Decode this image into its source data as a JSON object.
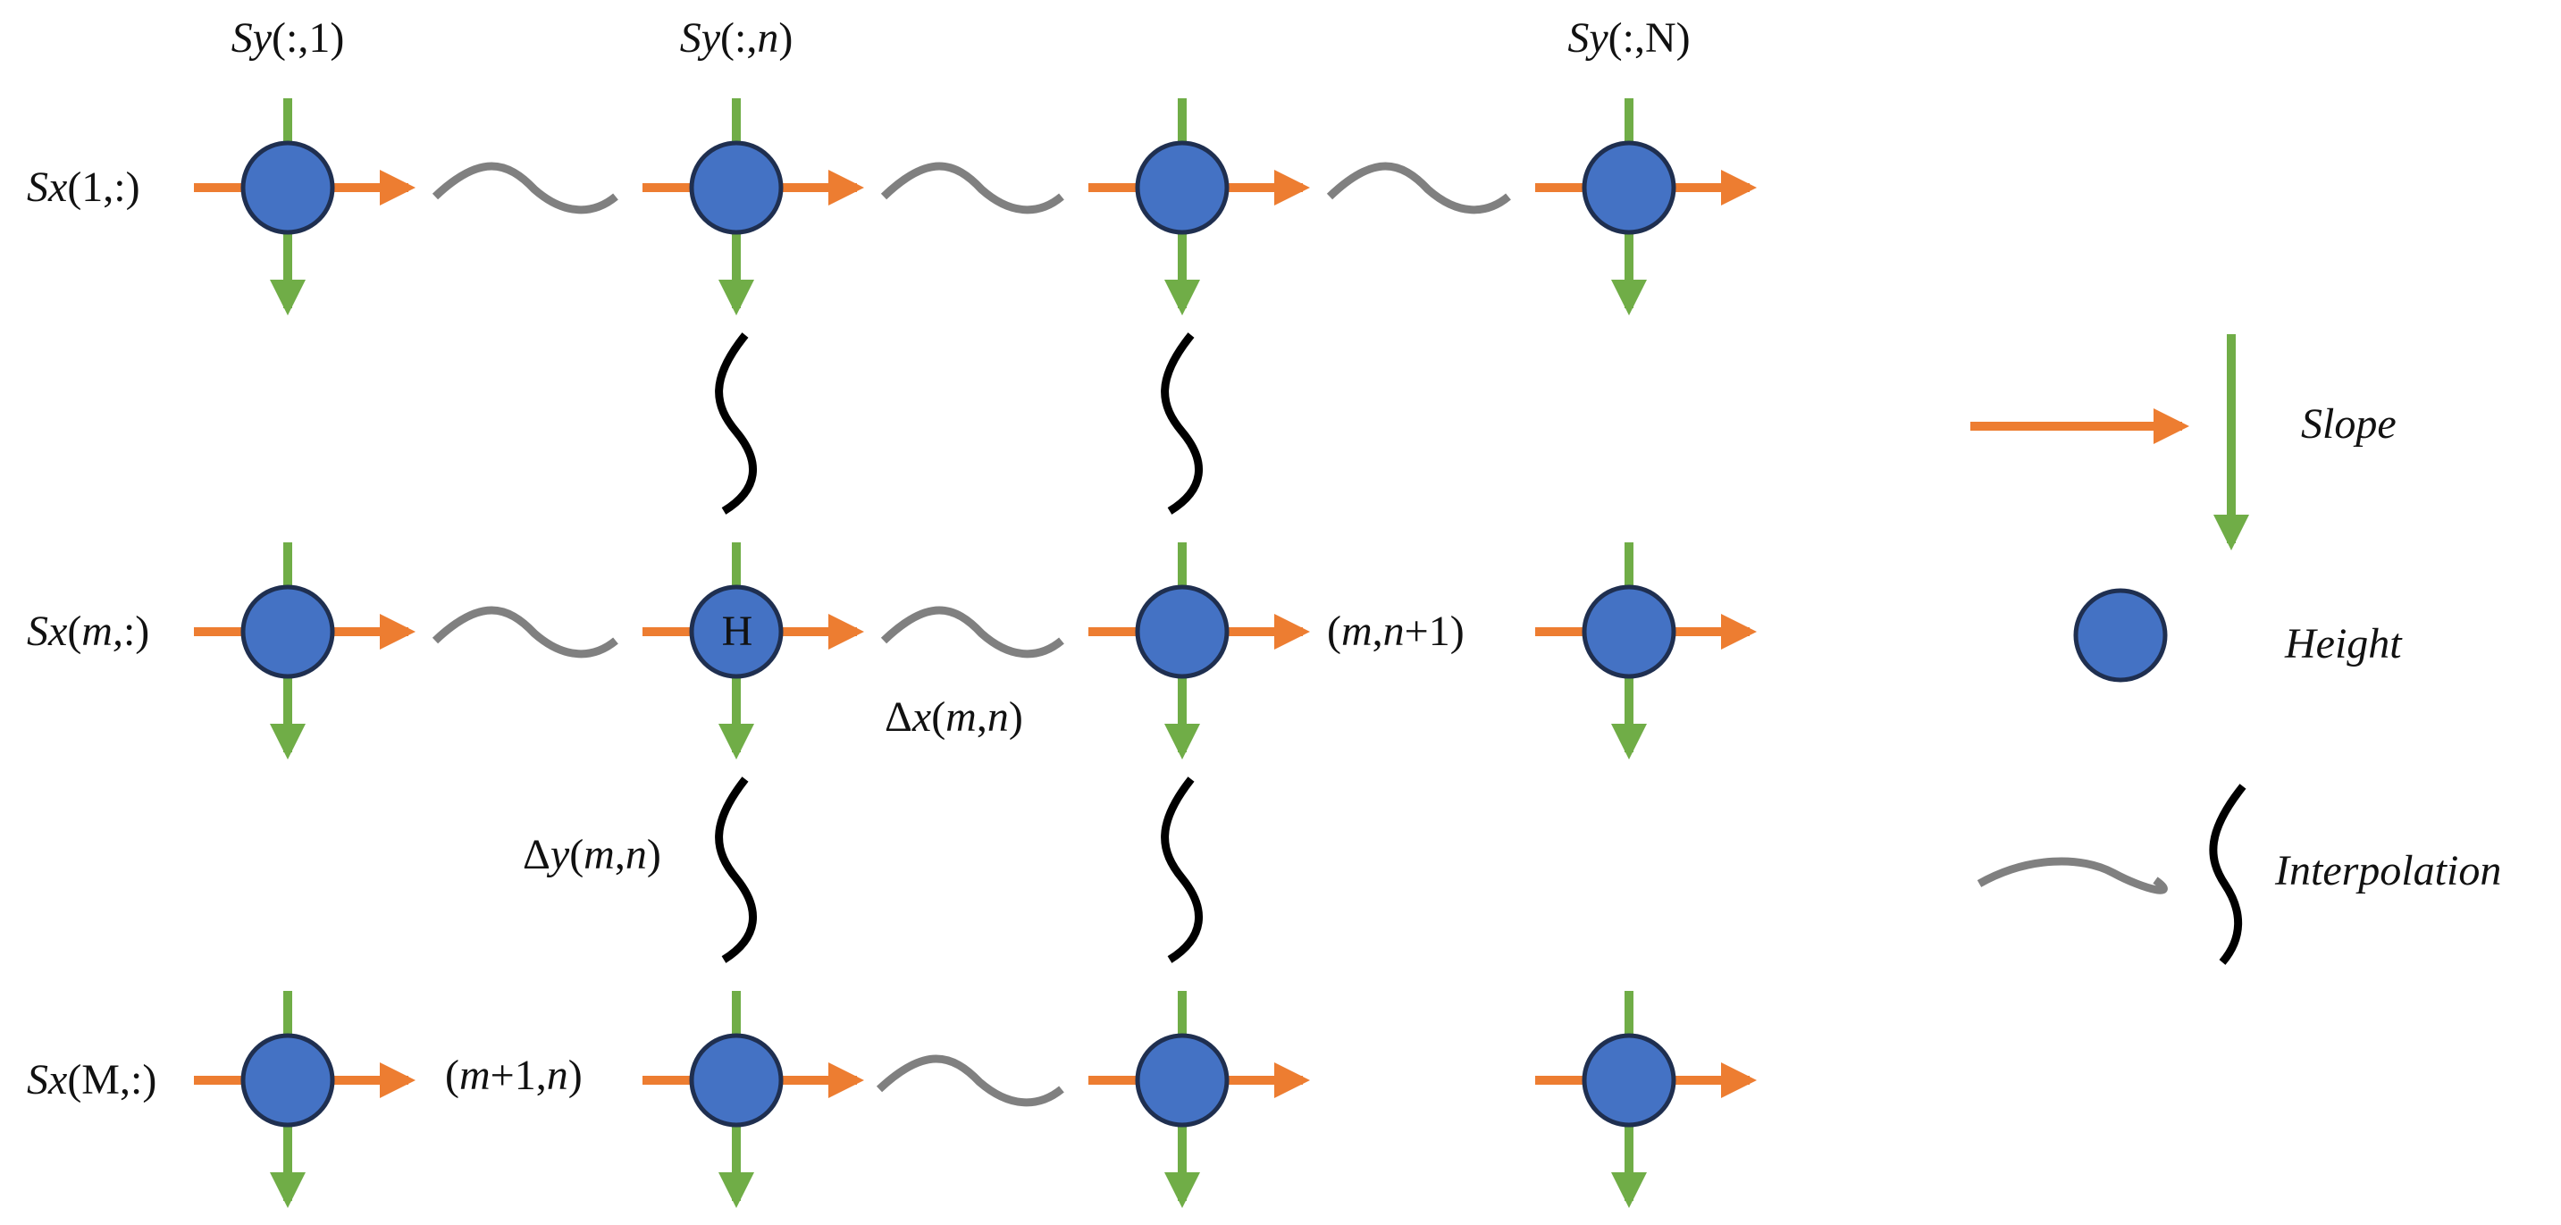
{
  "colors": {
    "slope_x": "#ED7D31",
    "slope_y": "#70AD47",
    "node_fill": "#4472C4",
    "node_stroke": "#1F2F50",
    "interp_x": "#808080",
    "interp_y": "#000000"
  },
  "grid": {
    "node_center_label": "H",
    "col_headers": [
      {
        "italic": "Sy",
        "rest": "(:,1)",
        "rest_italic": ""
      },
      {
        "italic": "Sy",
        "rest": "(:,",
        "rest_italic": "n",
        "close": ")"
      },
      {
        "italic": "Sy",
        "rest": "(:,N)",
        "rest_italic": ""
      }
    ],
    "row_headers": [
      {
        "italic": "Sx",
        "rest": "(1,:)"
      },
      {
        "italic": "Sx",
        "rest": "(",
        "mid_italic": "m,",
        "tail": ":)"
      },
      {
        "italic": "Sx",
        "rest": "(M,:)"
      }
    ],
    "annotations": {
      "next_col": {
        "open": "(",
        "i1": "m",
        "comma": ",",
        "i2": "n",
        "tail": "+1)"
      },
      "next_row": {
        "open": "(",
        "i1": "m",
        "mid": "+1,",
        "i2": "n",
        "tail": ")"
      },
      "dx": {
        "delta": "Δ",
        "i1": "x",
        "open": "(",
        "i2": "m",
        "comma": ",",
        "i3": "n",
        "close": ")"
      },
      "dy": {
        "delta": "Δ",
        "i1": "y",
        "open": "(",
        "i2": "m",
        "comma": ",",
        "i3": "n",
        "close": ")"
      }
    }
  },
  "legend": {
    "slope": "Slope",
    "height": "Height",
    "interpolation": "Interpolation"
  }
}
